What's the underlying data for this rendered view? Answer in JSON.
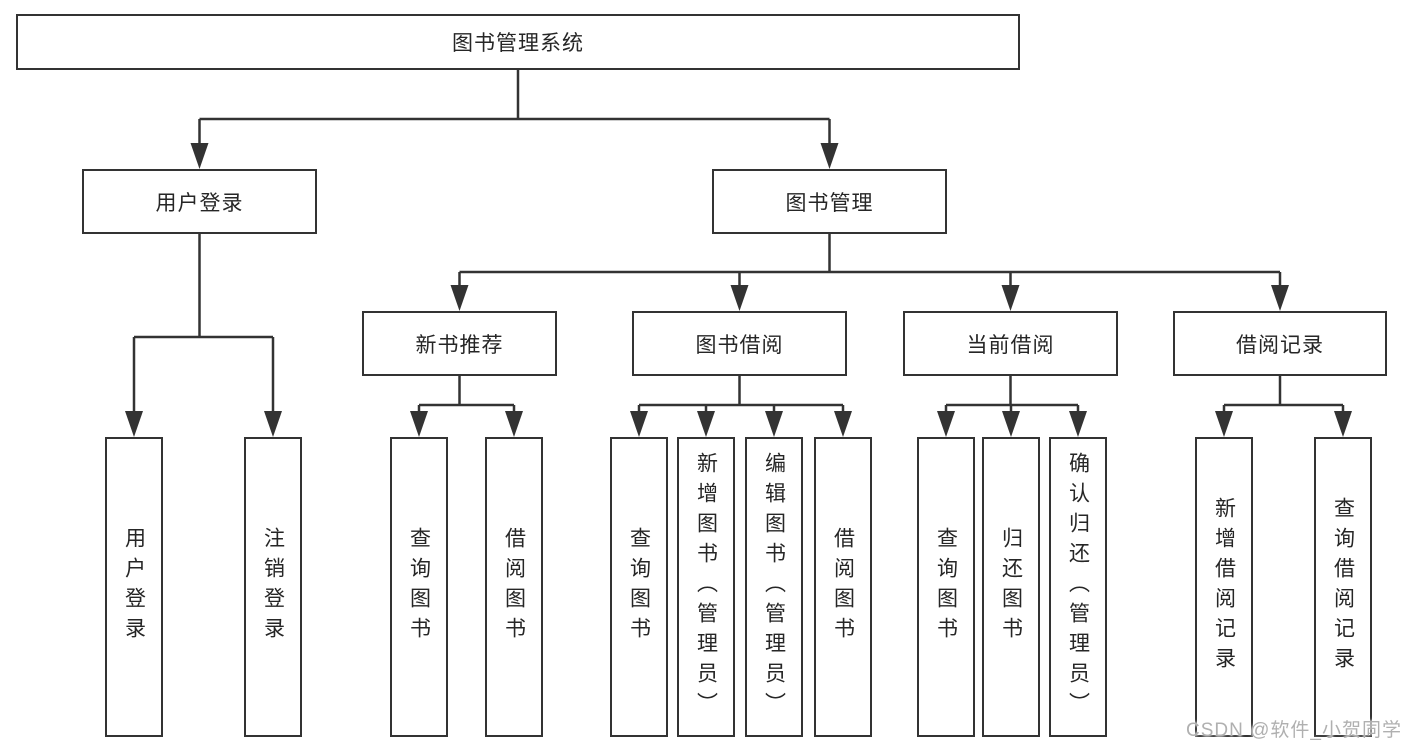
{
  "diagram": {
    "root": "图书管理系统",
    "branches": [
      {
        "label": "用户登录",
        "children": [
          "用户登录",
          "注销登录"
        ]
      },
      {
        "label": "图书管理",
        "sections": [
          {
            "label": "新书推荐",
            "children": [
              "查询图书",
              "借阅图书"
            ]
          },
          {
            "label": "图书借阅",
            "children": [
              "查询图书",
              "新增图书（管理员）",
              "编辑图书（管理员）",
              "借阅图书"
            ]
          },
          {
            "label": "当前借阅",
            "children": [
              "查询图书",
              "归还图书",
              "确认归还（管理员）"
            ]
          },
          {
            "label": "借阅记录",
            "children": [
              "新增借阅记录",
              "查询借阅记录"
            ]
          }
        ]
      }
    ]
  },
  "watermark": "CSDN @软件_小贺同学",
  "colors": {
    "line": "#333333",
    "box_border": "#333333",
    "box_fill": "#ffffff",
    "text": "#262626",
    "watermark": "#b0b0b0",
    "background": "#ffffff"
  }
}
